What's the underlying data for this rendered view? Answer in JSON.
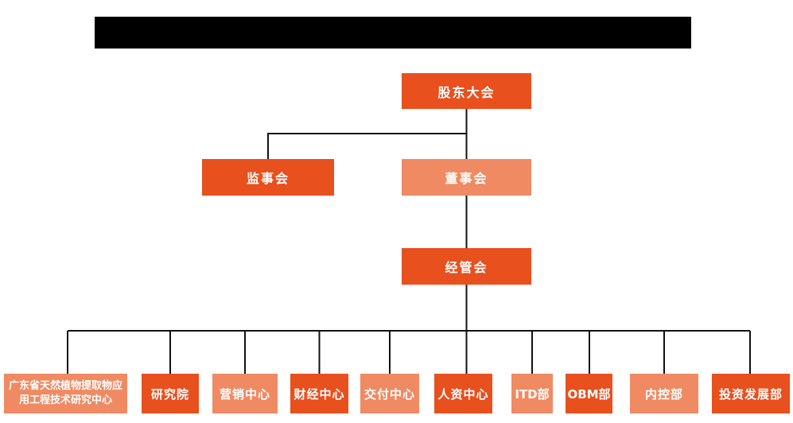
{
  "page": {
    "background": "#FFFFFF",
    "title_bar": {
      "type": "redacted-black-bar",
      "color": "#000000"
    }
  },
  "colors": {
    "node_primary": "#E8501E",
    "node_secondary": "#F08A62",
    "node_text": "#FFFFFF",
    "connector_line": "#111111"
  },
  "org_chart": {
    "type": "organization-chart",
    "root": {
      "label": "股东大会",
      "color": "#E8501E"
    },
    "level2": [
      {
        "label": "监事会",
        "color": "#E8501E"
      },
      {
        "label": "董事会",
        "color": "#F08A62"
      }
    ],
    "level3": {
      "label": "经管会",
      "color": "#E8501E"
    },
    "departments": [
      {
        "label": "广东省天然植物提取物应用工程技术研究中心",
        "color": "#F08A62"
      },
      {
        "label": "研究院",
        "color": "#E8501E"
      },
      {
        "label": "营销中心",
        "color": "#F08A62"
      },
      {
        "label": "财经中心",
        "color": "#E8501E"
      },
      {
        "label": "交付中心",
        "color": "#F08A62"
      },
      {
        "label": "人资中心",
        "color": "#E8501E"
      },
      {
        "label": "ITD部",
        "color": "#F08A62"
      },
      {
        "label": "OBM部",
        "color": "#E8501E"
      },
      {
        "label": "内控部",
        "color": "#F08A62"
      },
      {
        "label": "投资发展部",
        "color": "#E8501E"
      }
    ],
    "hierarchy": [
      "股东大会 > 监事会",
      "股东大会 > 董事会",
      "董事会 > 经管会",
      "经管会 > 广东省天然植物提取物应用工程技术研究中心, 研究院, 营销中心, 财经中心, 交付中心, 人资中心, ITD部, OBM部, 内控部, 投资发展部"
    ]
  }
}
